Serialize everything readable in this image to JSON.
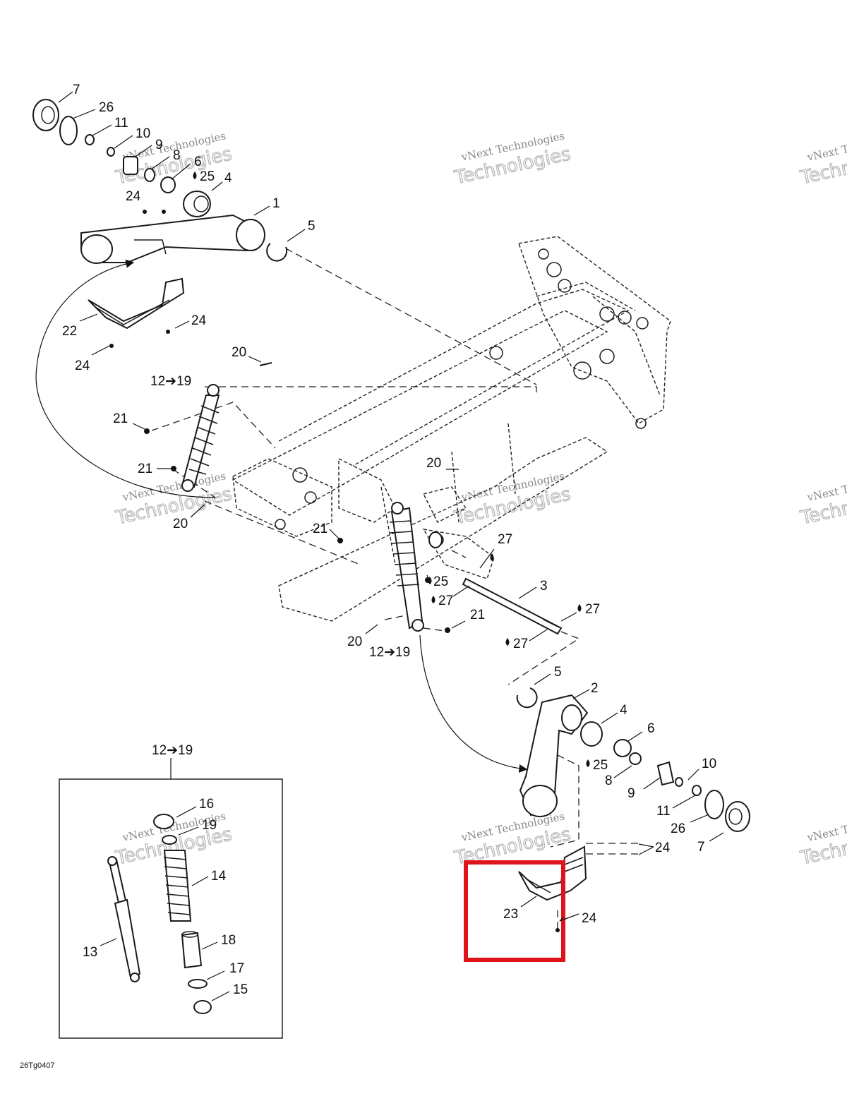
{
  "diagram_code": "26Tg0407",
  "watermark": {
    "line1": "vNext Technologies",
    "line2": "Technologies"
  },
  "highlighted_callout": "23",
  "callouts": {
    "c7a": "7",
    "c26a": "26",
    "c11a": "11",
    "c10a": "10",
    "c9a": "9",
    "c8a": "8",
    "c6a": "6",
    "c25a": "25",
    "c4a": "4",
    "c1": "1",
    "c5a": "5",
    "c24a": "24",
    "c24b": "24",
    "c24c": "24",
    "c22": "22",
    "c20a": "20",
    "c1219a": "12➔19",
    "c21a": "21",
    "c21b": "21",
    "c20b": "20",
    "c20c": "20",
    "c21c": "21",
    "c27a": "27",
    "c25b": "25",
    "c3": "3",
    "c27b": "27",
    "c27c": "27",
    "c27d": "27",
    "c21d": "21",
    "c20d": "20",
    "c1219b": "12➔19",
    "c5b": "5",
    "c2": "2",
    "c4b": "4",
    "c6b": "6",
    "c25c": "25",
    "c8b": "8",
    "c10b": "10",
    "c9b": "9",
    "c11b": "11",
    "c26b": "26",
    "c7b": "7",
    "c24d": "24",
    "c23": "23",
    "c24e": "24",
    "c1219c": "12➔19",
    "c16": "16",
    "c19": "19",
    "c14": "14",
    "c13": "13",
    "c18": "18",
    "c17": "17",
    "c15": "15"
  }
}
